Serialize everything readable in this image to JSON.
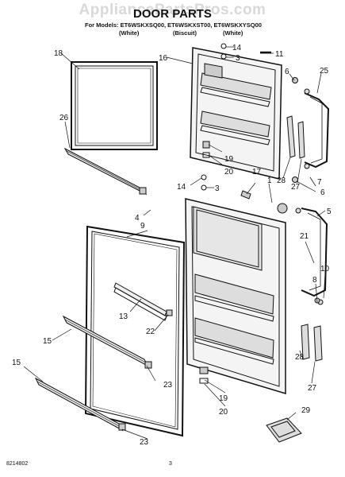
{
  "header": {
    "watermark": "AppliancePartsPros.com",
    "title": "DOOR PARTS",
    "models_line": "For Models: ET6WSKXSQ00, ET6WSKXST00, ET6WSKXYSQ00",
    "colors": [
      "(White)",
      "(Biscuit)",
      "(White)"
    ]
  },
  "callouts": [
    "18",
    "16",
    "14",
    "3",
    "11",
    "6",
    "25",
    "26",
    "19",
    "20",
    "28",
    "27",
    "1",
    "17",
    "14",
    "3",
    "7",
    "6",
    "4",
    "9",
    "5",
    "21",
    "10",
    "8",
    "13",
    "22",
    "15",
    "23",
    "15",
    "19",
    "20",
    "28",
    "27",
    "23",
    "29"
  ],
  "footer": {
    "doc_number": "8214802",
    "page_number": "3"
  }
}
